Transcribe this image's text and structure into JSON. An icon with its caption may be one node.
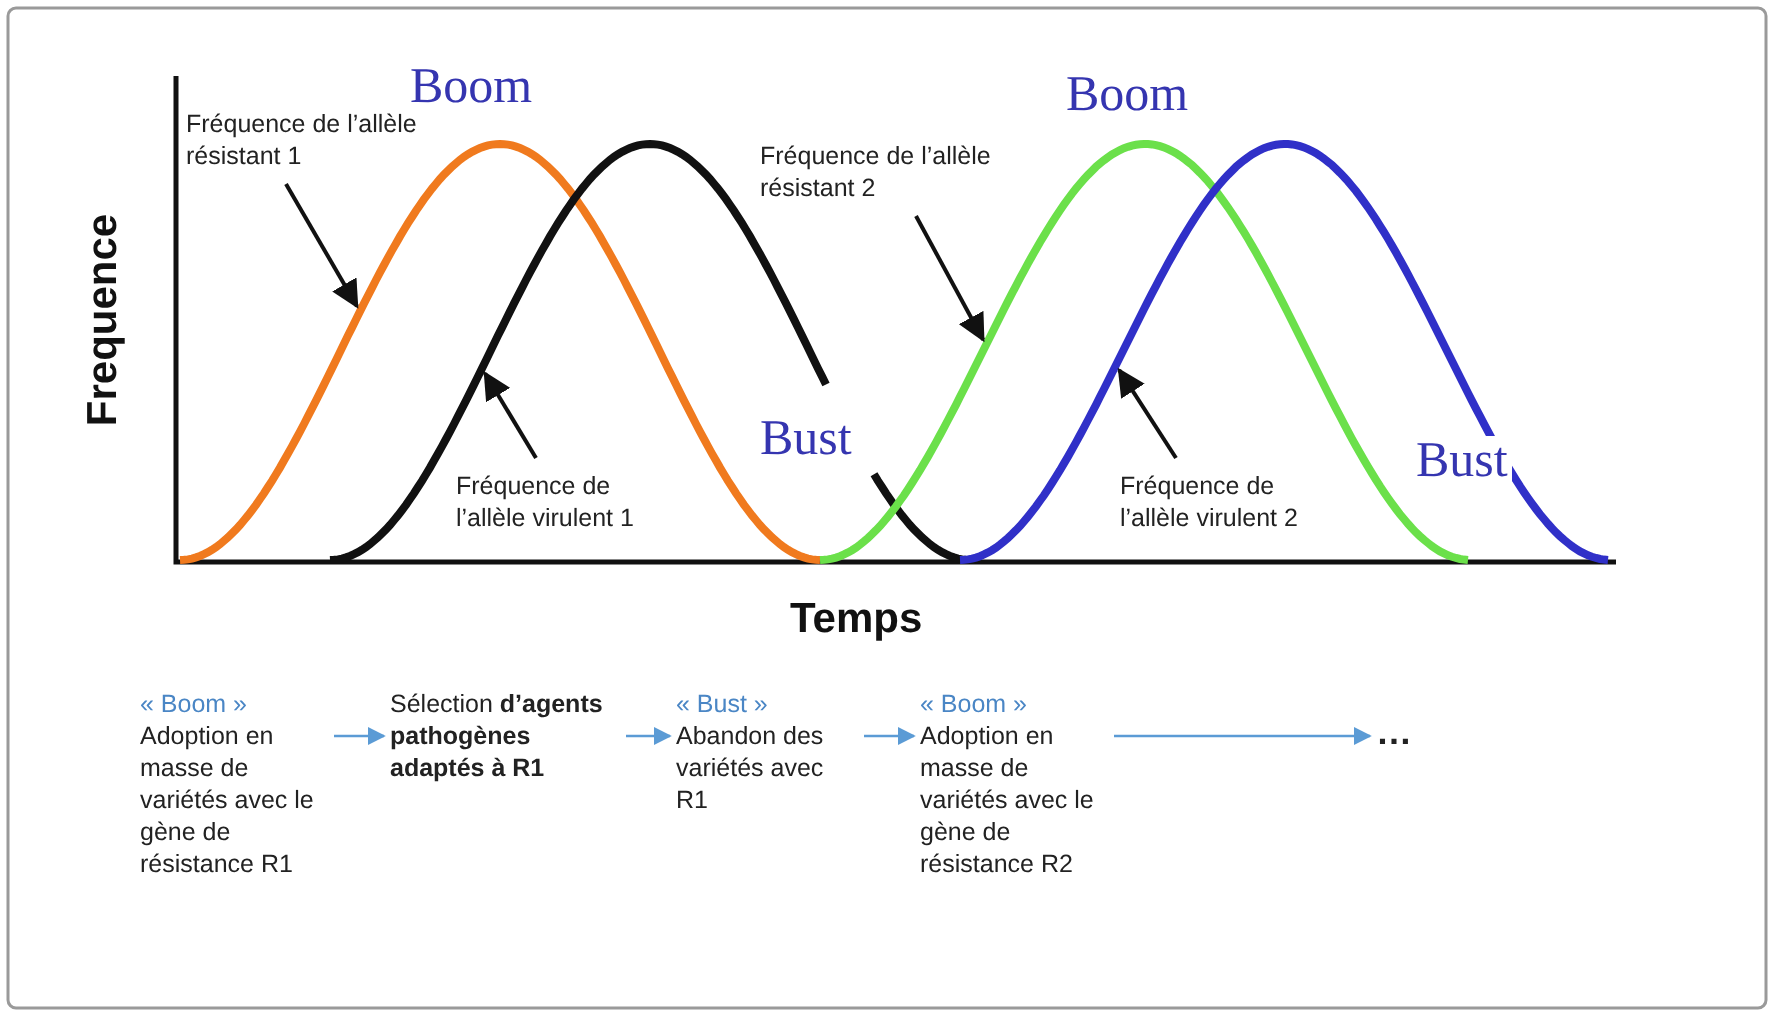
{
  "diagram": {
    "nodes": [
      {
        "text": [],
        "shape": "curve"
      },
      {
        "text": [],
        "shape": "curve"
      },
      {
        "text": [],
        "shape": "curve"
      },
      {
        "text": [],
        "shape": "curve"
      },
      {
        "text": [
          "Fréquence de l’allèle résistant 1"
        ]
      },
      {
        "text": [
          "Fréquence de l’allèle virulent 1"
        ]
      },
      {
        "text": [
          "Fréquence de l’allèle résistant 2"
        ]
      },
      {
        "text": [
          "Fréquence de l’allèle virulent 2"
        ]
      },
      {
        "text": [
          "« Boom »",
          "Adoption en masse de variétés avec le gène de résistance R1"
        ]
      },
      {
        "text": [
          "Sélection **d’agents pathogènes adaptés à R1**"
        ]
      },
      {
        "text": [
          "« Bust »",
          "Abandon des variétés avec R1"
        ]
      },
      {
        "text": [
          "« Boom »",
          "Adoption en masse de variétés avec le gène de résistance R2"
        ]
      },
      {
        "text": [
          "…"
        ]
      }
    ],
    "edges": [
      {
        "from": 4,
        "to": 0,
        "arrow": "to"
      },
      {
        "from": 5,
        "to": 1,
        "arrow": "to"
      },
      {
        "from": 6,
        "to": 2,
        "arrow": "to"
      },
      {
        "from": 7,
        "to": 3,
        "arrow": "to"
      },
      {
        "from": 8,
        "to": 9,
        "arrow": "to",
        "color": "#5b9bd5"
      },
      {
        "from": 9,
        "to": 10,
        "arrow": "to",
        "color": "#5b9bd5"
      },
      {
        "from": 10,
        "to": 11,
        "arrow": "to",
        "color": "#5b9bd5"
      },
      {
        "from": 11,
        "to": 12,
        "arrow": "to",
        "color": "#5b9bd5"
      }
    ],
    "labels": [
      "Boom",
      "Boom",
      "Frequence",
      "Bust",
      "Bust",
      "Temps"
    ]
  }
}
